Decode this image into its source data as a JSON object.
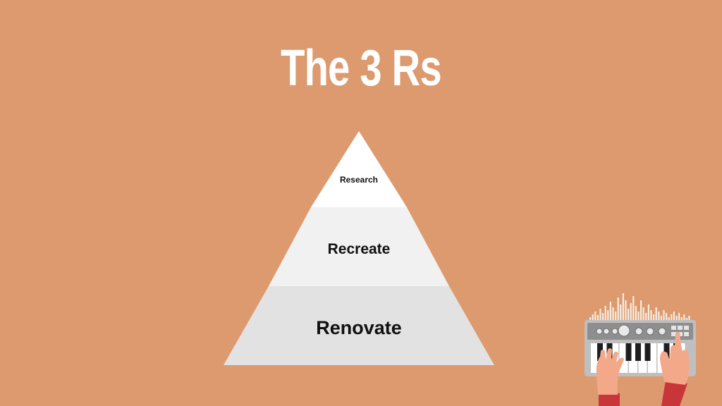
{
  "slide": {
    "title": "The 3 Rs",
    "background_color": "#DD9A6E"
  },
  "pyramid": {
    "tiers": [
      {
        "label": "Research",
        "color": "#FFFFFF"
      },
      {
        "label": "Recreate",
        "color": "#F1F1F1"
      },
      {
        "label": "Renovate",
        "color": "#E2E2E2"
      }
    ]
  },
  "illustration": {
    "icon": "keyboard-hands-icon",
    "colors": {
      "body": "#BFBFBF",
      "panel": "#8E8E8E",
      "skin": "#F3A88A",
      "sleeve": "#C8363A",
      "wave": "#F6EDE4"
    }
  }
}
